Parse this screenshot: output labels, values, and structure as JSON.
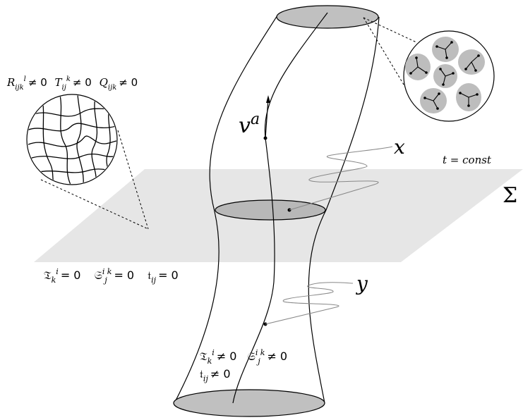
{
  "labels": {
    "velocity_v": "v",
    "velocity_sup": "a",
    "point_x": "x",
    "point_y": "y",
    "time_label": "t = const",
    "hypersurface_sigma": "Σ",
    "curvature_R": "R",
    "curvature_R_sub": "ijk",
    "curvature_R_sup": "l",
    "torsion_T": "T",
    "torsion_T_sub": "ij",
    "torsion_T_sup": "k",
    "nonmetricity_Q": "Q",
    "nonmetricity_Q_sub": "ijk",
    "neq_zero": "≠ 0",
    "eq_zero": "= 0",
    "frak_T": "𝔗",
    "frak_S": "𝔖",
    "frak_t": "𝔱",
    "sub_k": "k",
    "sup_i": "i",
    "sub_j": "j",
    "sup_k": "k",
    "sub_ij": "ij"
  }
}
